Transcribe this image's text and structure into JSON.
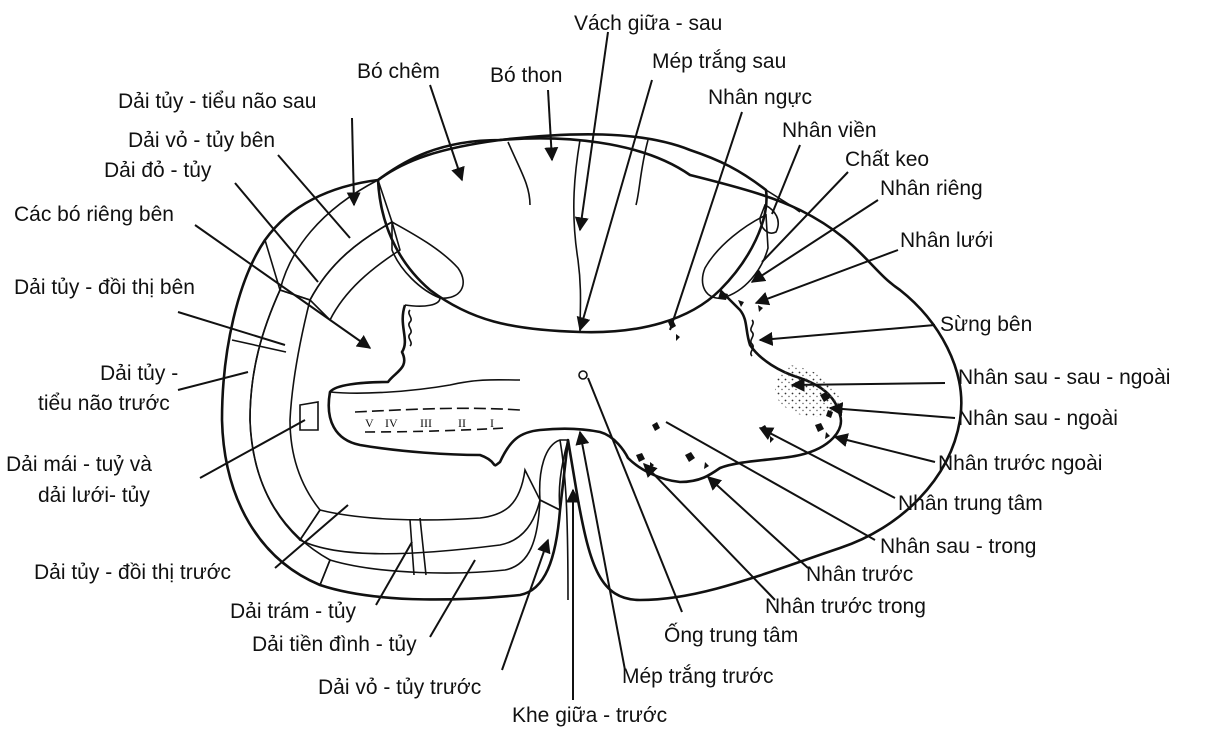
{
  "diagram": {
    "labels": {
      "vach_giua_sau": "Vách giữa - sau",
      "mep_trang_sau": "Mép trắng sau",
      "bo_chem": "Bó chêm",
      "bo_thon": "Bó thon",
      "nhan_nguc": "Nhân ngực",
      "dai_tuy_tieu_nao_sau": "Dải tủy - tiểu não sau",
      "nhan_vien": "Nhân viền",
      "dai_vo_tuy_ben": "Dải vỏ - tủy bên",
      "chat_keo": "Chất keo",
      "dai_do_tuy": "Dải đỏ - tủy",
      "nhan_rieng": "Nhân riêng",
      "cac_bo_rieng_ben": "Các bó riêng bên",
      "nhan_luoi": "Nhân lưới",
      "dai_tuy_doi_thi_ben": "Dải tủy - đồi thị bên",
      "sung_ben": "Sừng bên",
      "dai_tuy_tieu_nao_truoc_1": "Dải tủy -",
      "dai_tuy_tieu_nao_truoc_2": "tiểu não trước",
      "nhan_sau_sau_ngoai": "Nhân sau - sau - ngoài",
      "nhan_sau_ngoai": "Nhân sau - ngoài",
      "dai_mai_tuy_1": "Dải mái - tuỷ và",
      "dai_mai_tuy_2": "dải lưới-  tủy",
      "nhan_truoc_ngoai": "Nhân trước ngoài",
      "nhan_trung_tam": "Nhân trung tâm",
      "nhan_sau_trong": "Nhân sau - trong",
      "dai_tuy_doi_thi_truoc": "Dải tủy - đồi thị trước",
      "nhan_truoc": "Nhân trước",
      "nhan_truoc_trong": "Nhân trước trong",
      "dai_tram_tuy": "Dải trám - tủy",
      "dai_tien_dinh_tuy": "Dải tiền đình - tủy",
      "ong_trung_tam": "Ống trung tâm",
      "dai_vo_tuy_truoc": "Dải vỏ - tủy trước",
      "mep_trang_truoc": "Mép trắng trước",
      "khe_giua_truoc": "Khe giữa - trước"
    },
    "laminae": {
      "v": "V",
      "iv": "IV",
      "iii": "III",
      "ii": "II",
      "i": "I"
    }
  }
}
